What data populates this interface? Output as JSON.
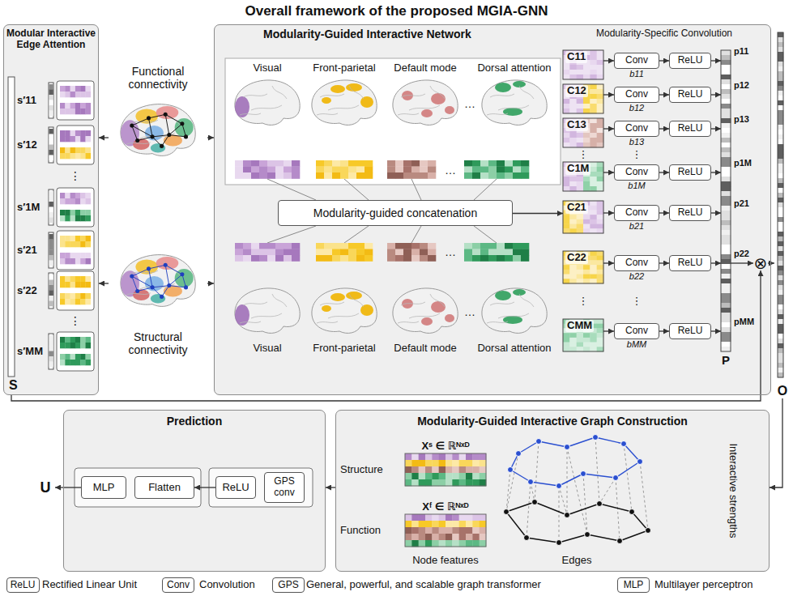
{
  "diagram": {
    "title": "Overall framework of the proposed MGIA-GNN",
    "nodes": [
      {
        "text": [
          "Modular Interactive Edge Attention",
          "S"
        ]
      },
      {
        "text": [
          "Modularity-Guided Interactive Network"
        ]
      },
      {
        "text": [
          "Modularity-guided concatenation"
        ],
        "in": 1
      },
      {
        "text": [
          "C11"
        ],
        "in": 1
      },
      {
        "text": [
          "C12"
        ],
        "in": 1
      },
      {
        "text": [
          "C13"
        ],
        "in": 1
      },
      {
        "text": [
          "C1M"
        ],
        "in": 1
      },
      {
        "text": [
          "C21"
        ],
        "in": 1
      },
      {
        "text": [
          "C22"
        ],
        "in": 1
      },
      {
        "text": [
          "CMM"
        ],
        "in": 1
      },
      {
        "text": [
          "Conv",
          "b11"
        ],
        "in": 1
      },
      {
        "text": [
          "Conv",
          "b12"
        ],
        "in": 1
      },
      {
        "text": [
          "Conv",
          "b13"
        ],
        "in": 1
      },
      {
        "text": [
          "Conv",
          "b1M"
        ],
        "in": 1
      },
      {
        "text": [
          "Conv",
          "b21"
        ],
        "in": 1
      },
      {
        "text": [
          "Conv",
          "b22"
        ],
        "in": 1
      },
      {
        "text": [
          "Conv",
          "bMM"
        ],
        "in": 1
      },
      {
        "text": [
          "ReLU"
        ],
        "in": 1
      },
      {
        "text": [
          "ReLU"
        ],
        "in": 1
      },
      {
        "text": [
          "ReLU"
        ],
        "in": 1
      },
      {
        "text": [
          "ReLU"
        ],
        "in": 1
      },
      {
        "text": [
          "ReLU"
        ],
        "in": 1
      },
      {
        "text": [
          "ReLU"
        ],
        "in": 1
      },
      {
        "text": [
          "ReLU"
        ],
        "in": 1
      },
      {
        "text": [
          "P"
        ],
        "in": 1
      },
      {
        "text": [
          "Functional connectivity"
        ]
      },
      {
        "text": [
          "Structural connectivity"
        ]
      },
      {
        "text": [
          "⊗"
        ],
        "in": 1
      },
      {
        "text": [
          "O"
        ]
      },
      {
        "text": [
          "Prediction"
        ]
      },
      {
        "text": [
          "MLP"
        ],
        "in": 29
      },
      {
        "text": [
          "Flatten"
        ],
        "in": 29
      },
      {
        "text": [
          "ReLU"
        ],
        "in": 29
      },
      {
        "text": [
          "GPS conv"
        ],
        "in": 29
      },
      {
        "text": [
          "U"
        ]
      },
      {
        "text": [
          "Modularity-Guided Interactive Graph Construction"
        ]
      },
      {
        "text": [
          "ReLU"
        ]
      },
      {
        "text": [
          "Conv"
        ]
      },
      {
        "text": [
          "GPS"
        ]
      },
      {
        "text": [
          "MLP"
        ]
      }
    ],
    "edges": [
      {
        "from": 25,
        "to": 0,
        "arrow": "to"
      },
      {
        "from": 25,
        "to": 1,
        "arrow": "to"
      },
      {
        "from": 26,
        "to": 0,
        "arrow": "to"
      },
      {
        "from": 26,
        "to": 1,
        "arrow": "to"
      },
      {
        "from": 2,
        "to": 7,
        "arrow": "to"
      },
      {
        "from": 3,
        "to": 10,
        "arrow": "to"
      },
      {
        "from": 4,
        "to": 11,
        "arrow": "to"
      },
      {
        "from": 5,
        "to": 12,
        "arrow": "to"
      },
      {
        "from": 6,
        "to": 13,
        "arrow": "to"
      },
      {
        "from": 7,
        "to": 14,
        "arrow": "to"
      },
      {
        "from": 8,
        "to": 15,
        "arrow": "to"
      },
      {
        "from": 9,
        "to": 16,
        "arrow": "to"
      },
      {
        "from": 10,
        "to": 17,
        "arrow": "to"
      },
      {
        "from": 11,
        "to": 18,
        "arrow": "to"
      },
      {
        "from": 12,
        "to": 19,
        "arrow": "to"
      },
      {
        "from": 13,
        "to": 20,
        "arrow": "to"
      },
      {
        "from": 14,
        "to": 21,
        "arrow": "to"
      },
      {
        "from": 15,
        "to": 22,
        "arrow": "to"
      },
      {
        "from": 16,
        "to": 23,
        "arrow": "to"
      },
      {
        "from": 17,
        "to": 24,
        "arrow": "to"
      },
      {
        "from": 18,
        "to": 24,
        "arrow": "to"
      },
      {
        "from": 19,
        "to": 24,
        "arrow": "to"
      },
      {
        "from": 20,
        "to": 24,
        "arrow": "to"
      },
      {
        "from": 21,
        "to": 24,
        "arrow": "to"
      },
      {
        "from": 22,
        "to": 24,
        "arrow": "to"
      },
      {
        "from": 23,
        "to": 24,
        "arrow": "to"
      },
      {
        "from": 24,
        "to": 27,
        "arrow": "to"
      },
      {
        "from": 0,
        "to": 27,
        "arrow": "to"
      },
      {
        "from": 27,
        "to": 28,
        "arrow": "to"
      },
      {
        "from": 28,
        "to": 35,
        "arrow": "to"
      },
      {
        "from": 35,
        "to": 29,
        "arrow": "to"
      },
      {
        "from": 32,
        "to": 31,
        "arrow": "to"
      },
      {
        "from": 30,
        "to": 34,
        "arrow": "to"
      }
    ],
    "labels": [
      "s′11",
      "s′12",
      "⋮",
      "s′1M",
      "s′21",
      "s′22",
      "⋮",
      "s′MM",
      "Modularity-Specific Convolution",
      "Visual",
      "Front-parietal",
      "Default mode",
      "Dorsal attention",
      "…",
      "…",
      "…",
      "…",
      "Visual",
      "Front-parietal",
      "Default mode",
      "Dorsal attention",
      "⋮",
      "⋮",
      "⋮",
      "⋮",
      "p11",
      "p12",
      "p13",
      "p1M",
      "p21",
      "p22",
      "pMM",
      "Structure",
      "Xˢ ∈ ℝᴺˣᴰ",
      "Function",
      "Xᶠ ∈ ℝᴺˣᴰ",
      "Node features",
      "Edges",
      "Interactive strengths",
      "Rectified Linear Unit",
      "Convolution",
      "General, powerful, and scalable graph transformer",
      "Multilayer perceptron"
    ]
  }
}
